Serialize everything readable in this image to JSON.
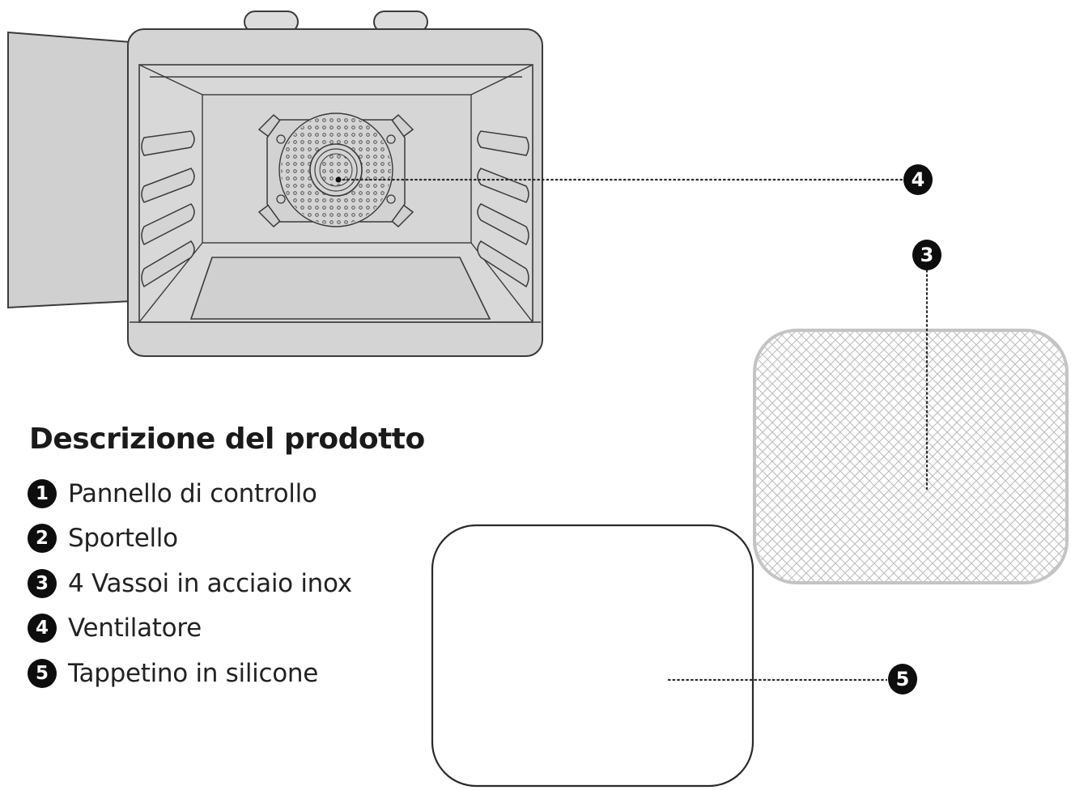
{
  "title": "Descrizione del prodotto",
  "parts": [
    {
      "number": "1",
      "label": "Pannello di controllo"
    },
    {
      "number": "2",
      "label": "Sportello"
    },
    {
      "number": "3",
      "label": "4 Vassoi in acciaio inox"
    },
    {
      "number": "4",
      "label": "Ventilatore"
    },
    {
      "number": "5",
      "label": "Tappetino in silicone"
    }
  ],
  "callouts": {
    "fan": "4",
    "mesh_tray": "3",
    "silicone_mat": "5"
  },
  "colors": {
    "oven_body": "#d4d4d4",
    "outline": "#3a3a3a",
    "badge": "#0d0d0d",
    "mesh": "#bdbdbd"
  }
}
